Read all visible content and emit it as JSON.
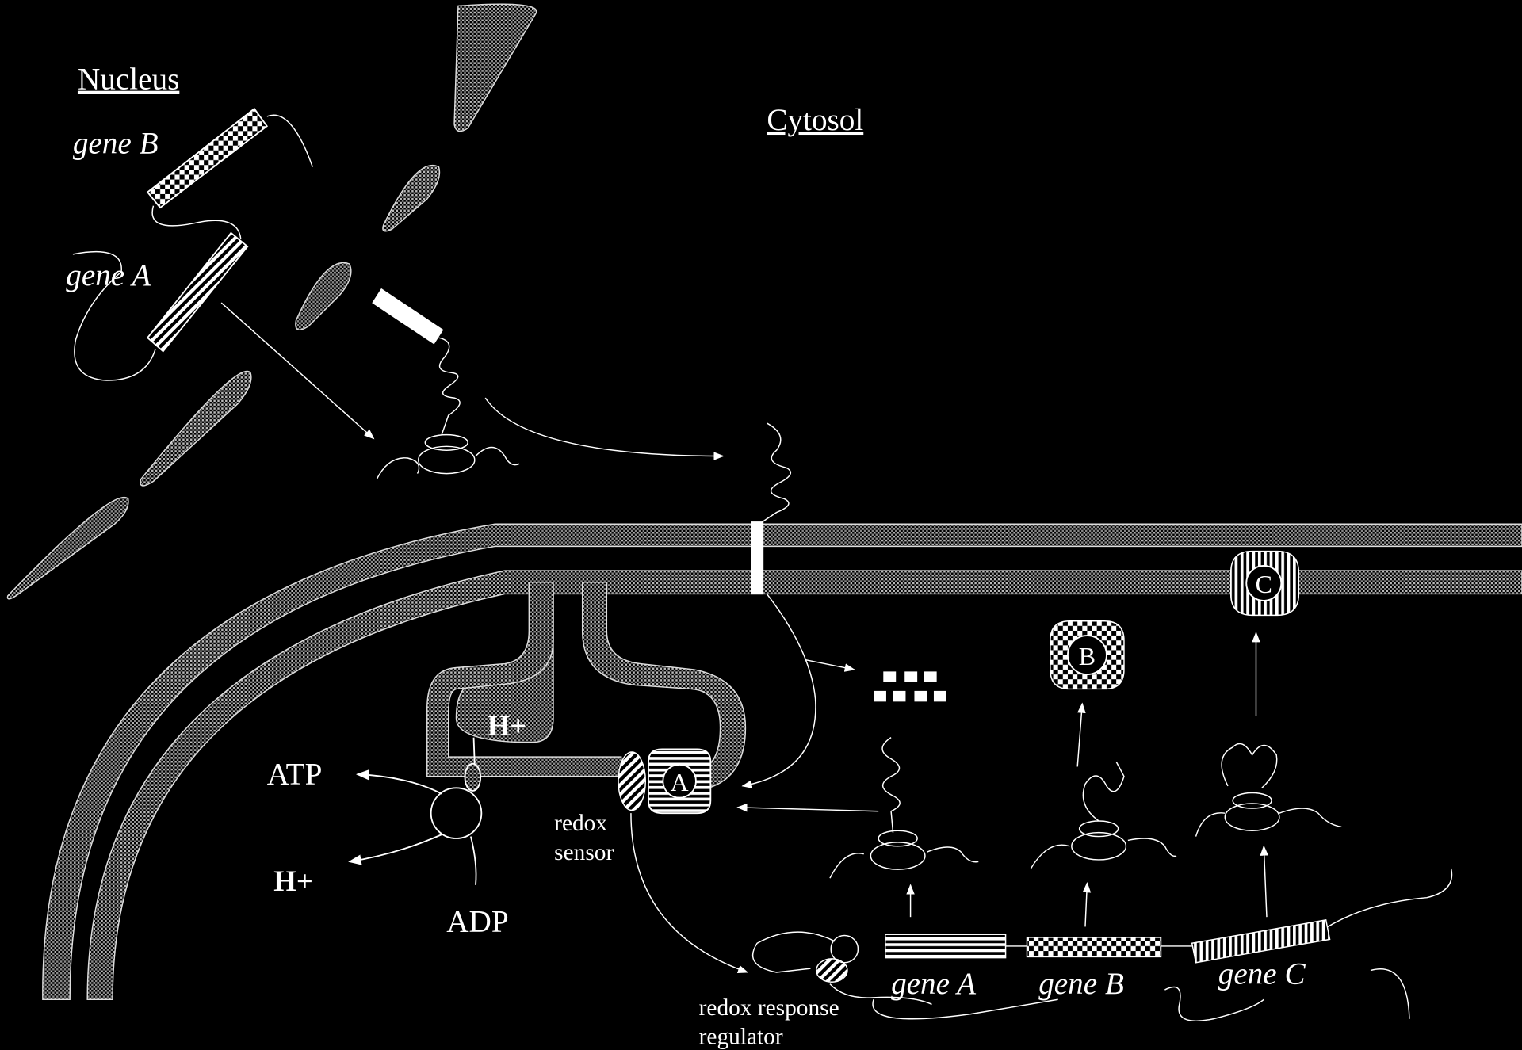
{
  "labels": {
    "nucleus": "Nucleus",
    "cytosol": "Cytosol",
    "gene_b_nucleus": "gene B",
    "gene_a_nucleus": "gene A",
    "h_plus_top": "H+",
    "atp": "ATP",
    "h_plus_bottom": "H+",
    "adp": "ADP",
    "redox_sensor_line1": "redox",
    "redox_sensor_line2": "sensor",
    "rrr_line1": "redox response",
    "rrr_line2": "regulator",
    "gene_a_organelle": "gene A",
    "gene_b_organelle": "gene B",
    "gene_c_organelle": "gene C",
    "protein_a": "A",
    "protein_b": "B",
    "protein_c": "C"
  },
  "colors": {
    "background": "#000000",
    "ink": "#ffffff"
  }
}
